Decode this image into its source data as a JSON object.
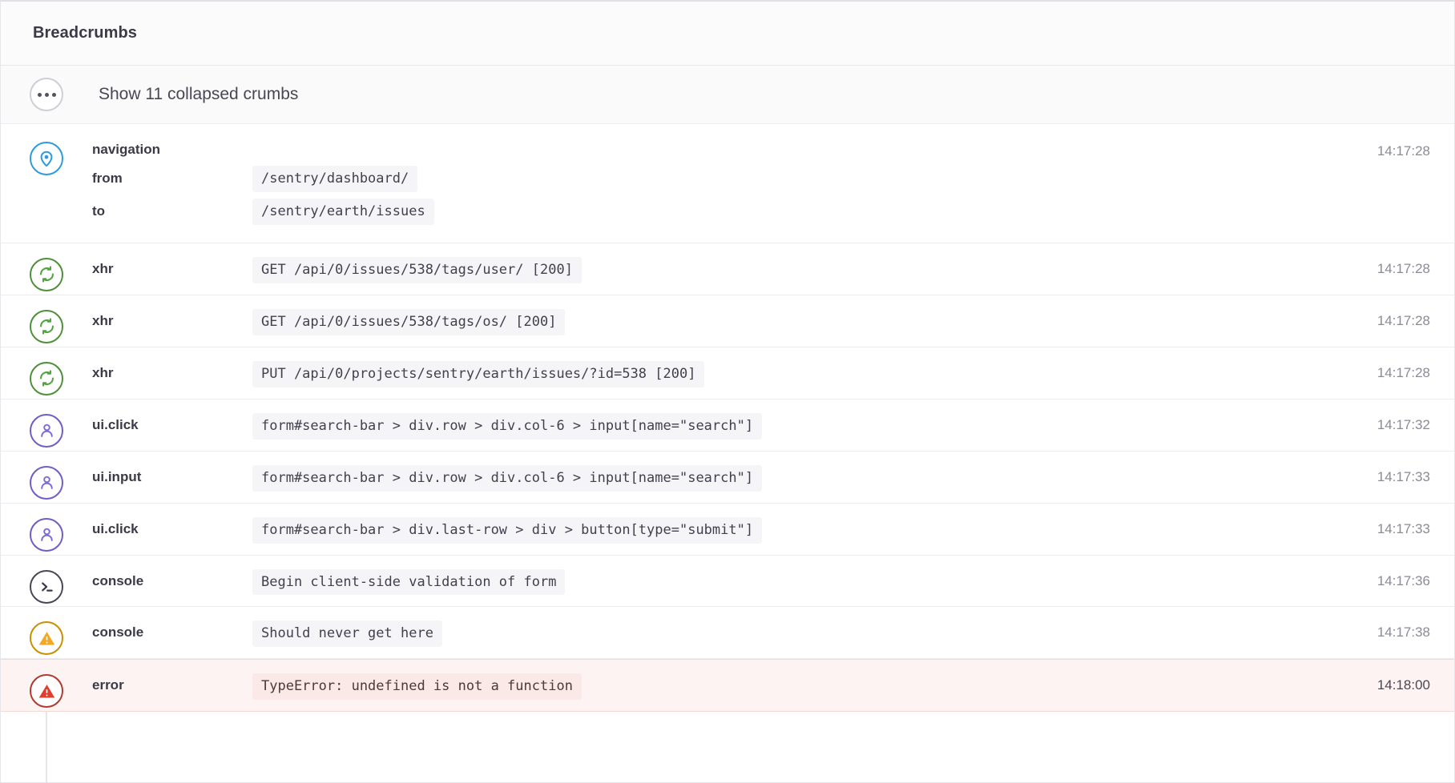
{
  "header": {
    "title": "Breadcrumbs"
  },
  "collapsed": {
    "icon": "ellipsis-icon",
    "label": "Show 11 collapsed crumbs"
  },
  "colors": {
    "blue": "#2e9bdd",
    "green": "#4e8f3a",
    "purple": "#6c5fc7",
    "dark": "#4a4754",
    "orange": "#f5a623",
    "red": "#e03e2f",
    "error_row_bg": "#fdf3f2",
    "chip_bg": "#f5f5f8"
  },
  "crumbs": [
    {
      "type": "navigation",
      "icon": "location-pin-icon",
      "color": "blue",
      "time": "14:17:28",
      "kv": [
        {
          "key": "from",
          "value": "/sentry/dashboard/"
        },
        {
          "key": "to",
          "value": "/sentry/earth/issues"
        }
      ]
    },
    {
      "type": "xhr",
      "icon": "refresh-sync-icon",
      "color": "green",
      "time": "14:17:28",
      "message": "GET /api/0/issues/538/tags/user/ [200]"
    },
    {
      "type": "xhr",
      "icon": "refresh-sync-icon",
      "color": "green",
      "time": "14:17:28",
      "message": "GET /api/0/issues/538/tags/os/ [200]"
    },
    {
      "type": "xhr",
      "icon": "refresh-sync-icon",
      "color": "green",
      "time": "14:17:28",
      "message": "PUT /api/0/projects/sentry/earth/issues/?id=538 [200]"
    },
    {
      "type": "ui.click",
      "icon": "user-icon",
      "color": "purple",
      "time": "14:17:32",
      "message": "form#search-bar > div.row > div.col-6 > input[name=\"search\"]"
    },
    {
      "type": "ui.input",
      "icon": "user-icon",
      "color": "purple",
      "time": "14:17:33",
      "message": "form#search-bar > div.row > div.col-6 > input[name=\"search\"]"
    },
    {
      "type": "ui.click",
      "icon": "user-icon",
      "color": "purple",
      "time": "14:17:33",
      "message": "form#search-bar > div.last-row > div > button[type=\"submit\"]"
    },
    {
      "type": "console",
      "icon": "terminal-icon",
      "color": "dark",
      "time": "14:17:36",
      "message": "Begin client-side validation of form"
    },
    {
      "type": "console",
      "icon": "warning-triangle-icon",
      "color": "orange",
      "time": "14:17:38",
      "message": "Should never get here"
    },
    {
      "type": "error",
      "icon": "error-triangle-icon",
      "color": "red",
      "time": "14:18:00",
      "message": "TypeError: undefined is not a function",
      "highlight": true
    }
  ]
}
